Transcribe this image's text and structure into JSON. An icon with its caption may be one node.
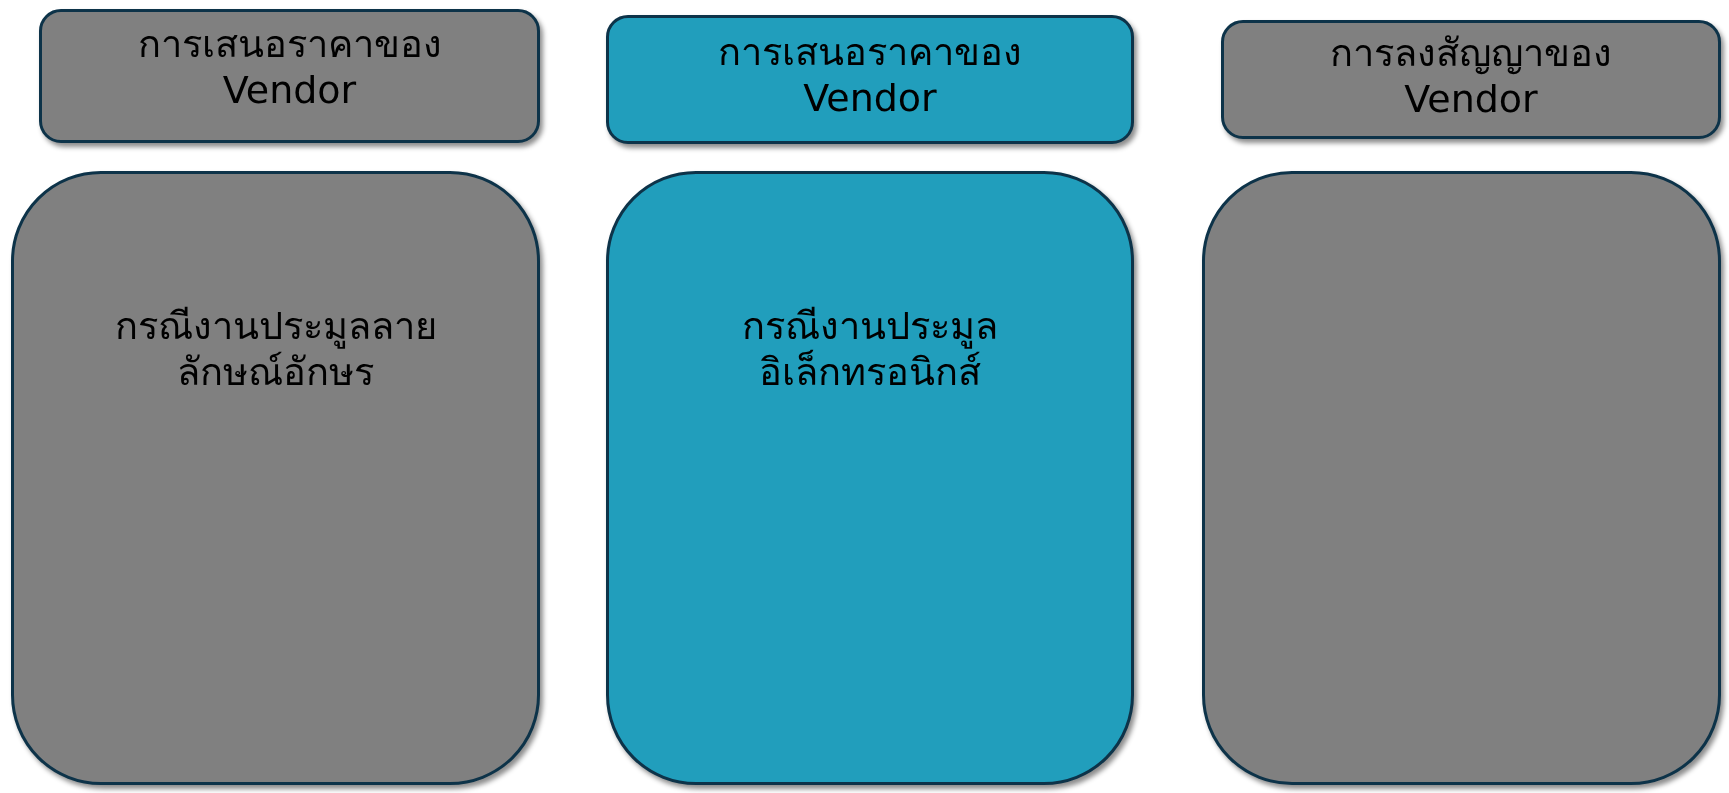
{
  "diagram": {
    "nodes": [
      {
        "text": [
          "การเสนอราคาของ Vendor"
        ]
      },
      {
        "text": [
          "กรณีงานประมูลลายลักษณ์อักษร"
        ]
      },
      {
        "text": [
          "การเสนอราคาของ Vendor"
        ]
      },
      {
        "text": [
          "กรณีงานประมูลอิเล็กทรอนิกส์"
        ]
      },
      {
        "text": [
          "การลงสัญญาของ Vendor"
        ]
      },
      {
        "text": [],
        "shape": "box"
      }
    ]
  }
}
